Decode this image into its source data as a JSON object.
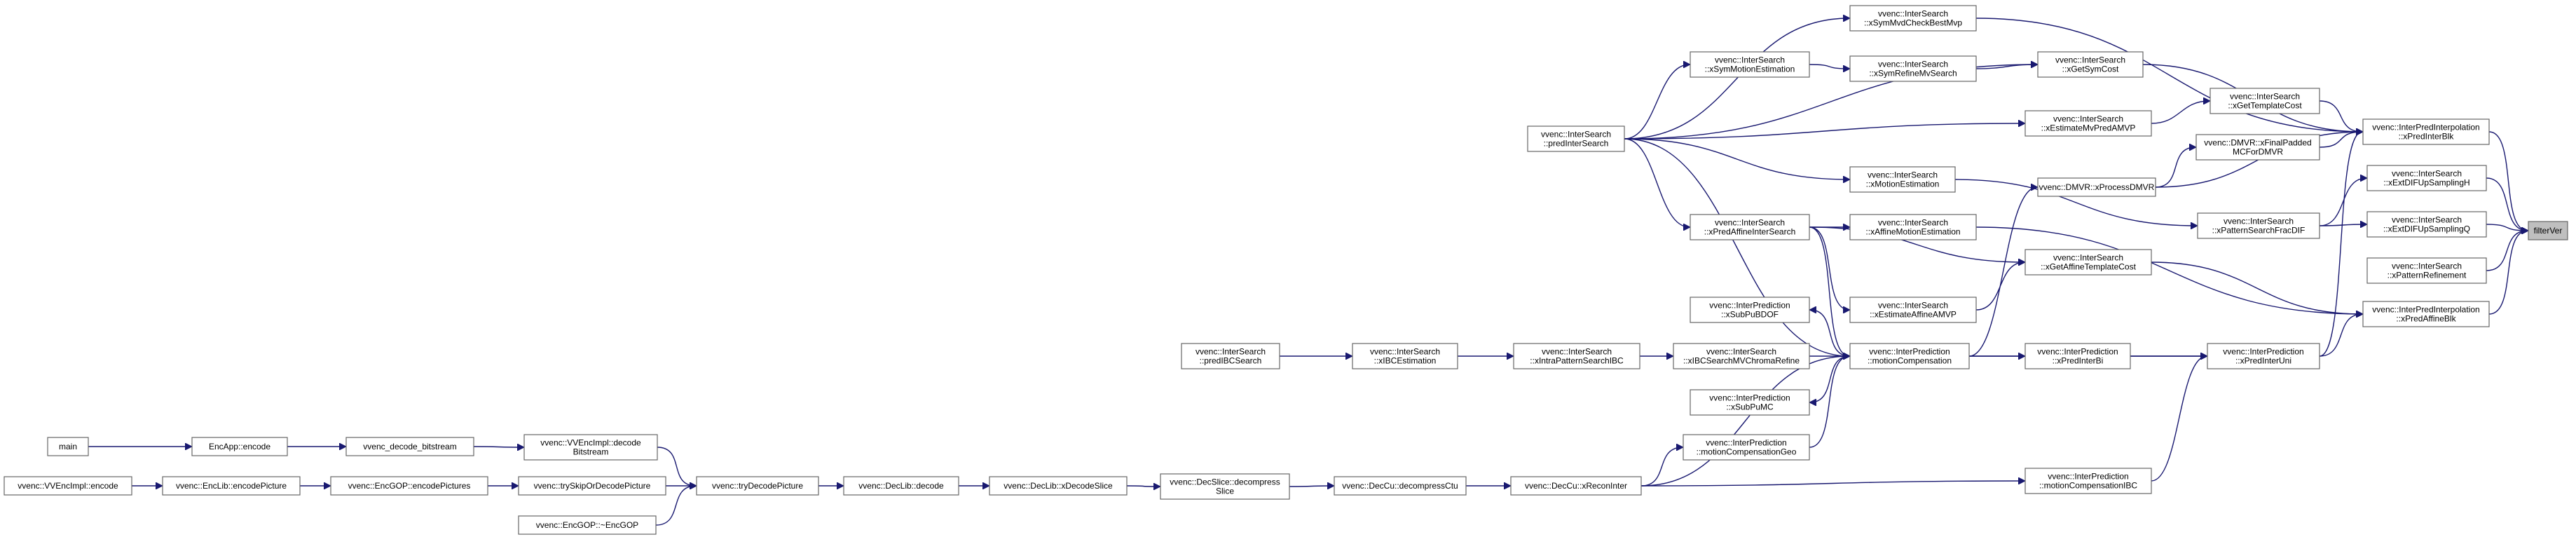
{
  "graph": {
    "nodes": [
      {
        "id": "filterVer",
        "lines": [
          "filterVer"
        ],
        "highlight": true
      },
      {
        "id": "ipiPredInterBlk",
        "lines": [
          "vvenc::InterPredInterpolation",
          "::xPredInterBlk"
        ]
      },
      {
        "id": "ipiPredAffineBlk",
        "lines": [
          "vvenc::InterPredInterpolation",
          "::xPredAffineBlk"
        ]
      },
      {
        "id": "isExtDIFUpSamplingH",
        "lines": [
          "vvenc::InterSearch",
          "::xExtDIFUpSamplingH"
        ]
      },
      {
        "id": "isExtDIFUpSamplingQ",
        "lines": [
          "vvenc::InterSearch",
          "::xExtDIFUpSamplingQ"
        ]
      },
      {
        "id": "isPatternRefinement",
        "lines": [
          "vvenc::InterSearch",
          "::xPatternRefinement"
        ]
      },
      {
        "id": "isSymMvdCheckBestMvp",
        "lines": [
          "vvenc::InterSearch",
          "::xSymMvdCheckBestMvp"
        ]
      },
      {
        "id": "isGetSymCost",
        "lines": [
          "vvenc::InterSearch",
          "::xGetSymCost"
        ]
      },
      {
        "id": "isGetTemplateCost",
        "lines": [
          "vvenc::InterSearch",
          "::xGetTemplateCost"
        ]
      },
      {
        "id": "dmvrFinalPadded",
        "lines": [
          "vvenc::DMVR::xFinalPadded",
          "MCForDMVR"
        ]
      },
      {
        "id": "dmvrProcess",
        "lines": [
          "vvenc::DMVR::xProcessDMVR"
        ]
      },
      {
        "id": "isPatternSearchFracDIF",
        "lines": [
          "vvenc::InterSearch",
          "::xPatternSearchFracDIF"
        ]
      },
      {
        "id": "ipPredInterUni",
        "lines": [
          "vvenc::InterPrediction",
          "::xPredInterUni"
        ]
      },
      {
        "id": "isSymMotionEstimation",
        "lines": [
          "vvenc::InterSearch",
          "::xSymMotionEstimation"
        ]
      },
      {
        "id": "isSymRefineMvSearch",
        "lines": [
          "vvenc::InterSearch",
          "::xSymRefineMvSearch"
        ]
      },
      {
        "id": "isEstimateMvPredAMVP",
        "lines": [
          "vvenc::InterSearch",
          "::xEstimateMvPredAMVP"
        ]
      },
      {
        "id": "isMotionEstimation",
        "lines": [
          "vvenc::InterSearch",
          "::xMotionEstimation"
        ]
      },
      {
        "id": "isPredInterSearch",
        "lines": [
          "vvenc::InterSearch",
          "::predInterSearch"
        ]
      },
      {
        "id": "isPredAffineInterSearch",
        "lines": [
          "vvenc::InterSearch",
          "::xPredAffineInterSearch"
        ]
      },
      {
        "id": "isAffineMotionEstimation",
        "lines": [
          "vvenc::InterSearch",
          "::xAffineMotionEstimation"
        ]
      },
      {
        "id": "isGetAffineTemplateCost",
        "lines": [
          "vvenc::InterSearch",
          "::xGetAffineTemplateCost"
        ]
      },
      {
        "id": "isEstimateAffineAMVP",
        "lines": [
          "vvenc::InterSearch",
          "::xEstimateAffineAMVP"
        ]
      },
      {
        "id": "ipSubPuBDOF",
        "lines": [
          "vvenc::InterPrediction",
          "::xSubPuBDOF"
        ]
      },
      {
        "id": "ipMotionCompensation",
        "lines": [
          "vvenc::InterPrediction",
          "::motionCompensation"
        ]
      },
      {
        "id": "ipPredInterBi",
        "lines": [
          "vvenc::InterPrediction",
          "::xPredInterBi"
        ]
      },
      {
        "id": "ipSubPuMC",
        "lines": [
          "vvenc::InterPrediction",
          "::xSubPuMC"
        ]
      },
      {
        "id": "isIBCSearchMVChromaRefine",
        "lines": [
          "vvenc::InterSearch",
          "::xIBCSearchMVChromaRefine"
        ]
      },
      {
        "id": "isIntraPatternSearchIBC",
        "lines": [
          "vvenc::InterSearch",
          "::xIntraPatternSearchIBC"
        ]
      },
      {
        "id": "isIBCEstimation",
        "lines": [
          "vvenc::InterSearch",
          "::xIBCEstimation"
        ]
      },
      {
        "id": "isPredIBCSearch",
        "lines": [
          "vvenc::InterSearch",
          "::predIBCSearch"
        ]
      },
      {
        "id": "ipMotionCompensationGeo",
        "lines": [
          "vvenc::InterPrediction",
          "::motionCompensationGeo"
        ]
      },
      {
        "id": "ipMotionCompensationIBC",
        "lines": [
          "vvenc::InterPrediction",
          "::motionCompensationIBC"
        ]
      },
      {
        "id": "decCuReconInter",
        "lines": [
          "vvenc::DecCu::xReconInter"
        ]
      },
      {
        "id": "decCuDecompressCtu",
        "lines": [
          "vvenc::DecCu::decompressCtu"
        ]
      },
      {
        "id": "decSliceDecompressSlice",
        "lines": [
          "vvenc::DecSlice::decompress",
          "Slice"
        ]
      },
      {
        "id": "decLibDecodeSlice",
        "lines": [
          "vvenc::DecLib::xDecodeSlice"
        ]
      },
      {
        "id": "decLibDecode",
        "lines": [
          "vvenc::DecLib::decode"
        ]
      },
      {
        "id": "tryDecodePicture",
        "lines": [
          "vvenc::tryDecodePicture"
        ]
      },
      {
        "id": "vvEncImplDecodeBitstream",
        "lines": [
          "vvenc::VVEncImpl::decode",
          "Bitstream"
        ]
      },
      {
        "id": "trySkipOrDecodePicture",
        "lines": [
          "vvenc::trySkipOrDecodePicture"
        ]
      },
      {
        "id": "encGopDtor",
        "lines": [
          "vvenc::EncGOP::~EncGOP"
        ]
      },
      {
        "id": "decodeBitstream",
        "lines": [
          "vvenc_decode_bitstream"
        ]
      },
      {
        "id": "encAppEncode",
        "lines": [
          "EncApp::encode"
        ]
      },
      {
        "id": "main",
        "lines": [
          "main"
        ]
      },
      {
        "id": "encGopEncodePictures",
        "lines": [
          "vvenc::EncGOP::encodePictures"
        ]
      },
      {
        "id": "encLibEncodePicture",
        "lines": [
          "vvenc::EncLib::encodePicture"
        ]
      },
      {
        "id": "vvEncImplEncode",
        "lines": [
          "vvenc::VVEncImpl::encode"
        ]
      }
    ]
  }
}
